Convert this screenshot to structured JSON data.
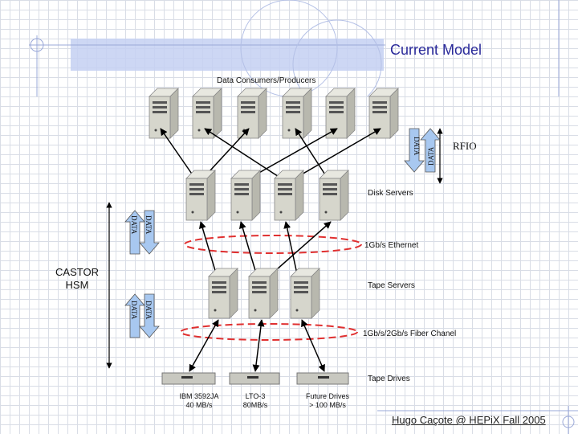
{
  "slide": {
    "title": "Current Model",
    "footer": "Hugo Caçote @ HEPiX Fall 2005"
  },
  "diagram": {
    "top_group_label": "Data Consumers/Producers",
    "disk_servers_label": "Disk Servers",
    "tape_servers_label": "Tape Servers",
    "tape_drives_label": "Tape Drives",
    "ethernet_label": "1Gb/s Ethernet",
    "fiber_label": "1Gb/s/2Gb/s Fiber Chanel",
    "drives": [
      {
        "name": "IBM 3592JA",
        "speed": "40 MB/s"
      },
      {
        "name": "LTO-3",
        "speed": "80MB/s"
      },
      {
        "name": "Future Drives",
        "speed": "> 100 MB/s"
      }
    ],
    "rfio_label": "RFIO",
    "castor_label_1": "CASTOR",
    "castor_label_2": "HSM",
    "data_arrow_label": "DATA"
  },
  "colors": {
    "title": "#2a2a9a",
    "arrow_fill": "#a8c8f0",
    "ring": "#e03030",
    "header_band": "#c4d0f2"
  }
}
